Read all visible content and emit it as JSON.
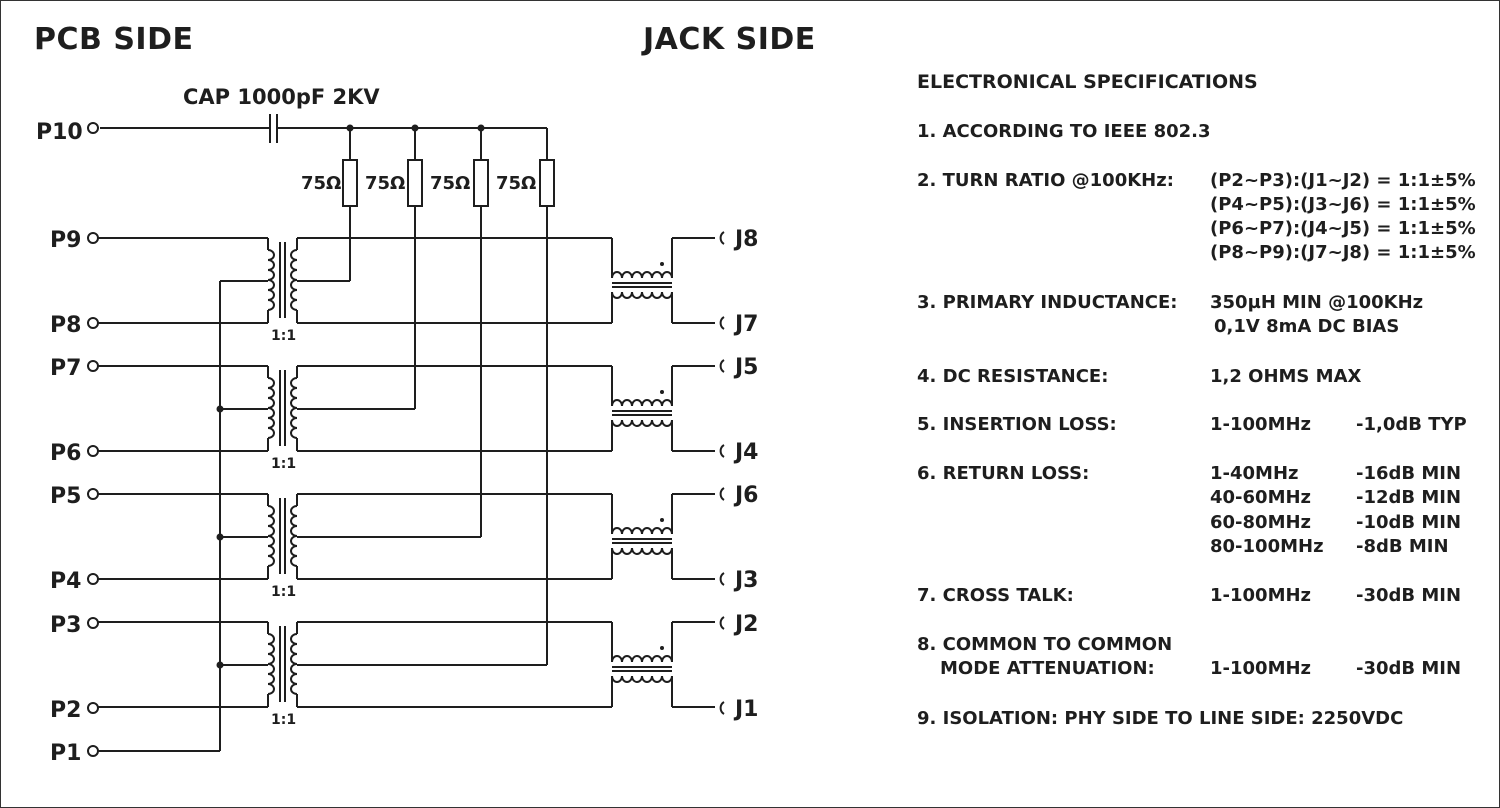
{
  "headers": {
    "pcb_side": "PCB SIDE",
    "jack_side": "JACK SIDE"
  },
  "capacitor": {
    "label": "CAP 1000pF 2KV"
  },
  "resistors": [
    {
      "label": "75Ω"
    },
    {
      "label": "75Ω"
    },
    {
      "label": "75Ω"
    },
    {
      "label": "75Ω"
    }
  ],
  "ratio_label": "1:1",
  "pins": {
    "pcb": [
      "P10",
      "P9",
      "P8",
      "P7",
      "P6",
      "P5",
      "P4",
      "P3",
      "P2",
      "P1"
    ],
    "jack": [
      "J8",
      "J7",
      "J5",
      "J4",
      "J6",
      "J3",
      "J2",
      "J1"
    ]
  },
  "specs": {
    "title": "ELECTRONICAL SPECIFICATIONS",
    "s1": "1. ACCORDING TO IEEE 802.3",
    "s2": {
      "label": "2. TURN RATIO @100KHz:",
      "values": [
        "(P2~P3):(J1~J2) = 1:1±5%",
        "(P4~P5):(J3~J6) = 1:1±5%",
        "(P6~P7):(J4~J5) = 1:1±5%",
        "(P8~P9):(J7~J8) = 1:1±5%"
      ]
    },
    "s3": {
      "label": "3. PRIMARY INDUCTANCE:",
      "line1": "350µH MIN @100KHz",
      "line2": "0,1V 8mA DC BIAS"
    },
    "s4": {
      "label": "4. DC RESISTANCE:",
      "value": "1,2 OHMS MAX"
    },
    "s5": {
      "label": "5. INSERTION LOSS:",
      "freq": "1-100MHz",
      "value": "-1,0dB TYP"
    },
    "s6": {
      "label": "6. RETURN LOSS:",
      "rows": [
        {
          "freq": "1-40MHz",
          "value": "-16dB MIN"
        },
        {
          "freq": "40-60MHz",
          "value": "-12dB MIN"
        },
        {
          "freq": "60-80MHz",
          "value": "-10dB MIN"
        },
        {
          "freq": "80-100MHz",
          "value": "-8dB MIN"
        }
      ]
    },
    "s7": {
      "label": "7. CROSS TALK:",
      "freq": "1-100MHz",
      "value": "-30dB MIN"
    },
    "s8": {
      "label1": "8. COMMON TO COMMON",
      "label2": "MODE ATTENUATION:",
      "freq": "1-100MHz",
      "value": "-30dB MIN"
    },
    "s9": "9. ISOLATION: PHY SIDE TO LINE SIDE: 2250VDC"
  }
}
